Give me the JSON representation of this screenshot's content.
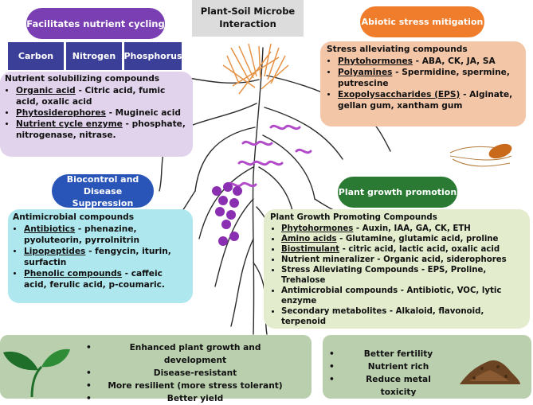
{
  "title": {
    "line1": "Plant-Soil Microbe",
    "line2": "Interaction"
  },
  "nutrient": {
    "pill": "Facilitates nutrient cycling",
    "elements": [
      "Carbon",
      "Nitrogen",
      "Phosphorus"
    ],
    "heading": "Nutrient solubilizing compounds",
    "items": [
      {
        "term": "Organic acid",
        "desc": " - Citric acid, fumic acid, oxalic acid"
      },
      {
        "term": "Phytosiderophores",
        "desc": " - Mugineic acid"
      },
      {
        "term": "Nutrient cycle enzyme",
        "desc": " - phosphate, nitrogenase, nitrase."
      }
    ]
  },
  "abiotic": {
    "pill": "Abiotic stress mitigation",
    "heading": "Stress alleviating compounds",
    "items": [
      {
        "term": "Phytohormones",
        "desc": " - ABA, CK, JA, SA"
      },
      {
        "term": "Polyamines",
        "desc": " - Spermidine, spermine, putrescine"
      },
      {
        "term": "Exopolysaccharides (EPS)",
        "desc": " - Alginate, gellan gum, xantham gum"
      }
    ]
  },
  "biocontrol": {
    "pill_line1": "Biocontrol and",
    "pill_line2": "Disease Suppression",
    "heading": "Antimicrobial compounds",
    "items": [
      {
        "term": "Antibiotics",
        "desc": " - phenazine, pyoluteorin, pyrrolnitrin"
      },
      {
        "term": "Lipopeptides",
        "desc": " - fengycin, iturin, surfactin"
      },
      {
        "term": "Phenolic compounds",
        "desc": " - caffeic acid, ferulic acid, p-coumaric."
      }
    ]
  },
  "growth": {
    "pill": "Plant growth promotion",
    "heading": "Plant Growth Promoting Compounds",
    "items": [
      {
        "term": "Phytohormones",
        "desc": " - Auxin, IAA, GA, CK, ETH"
      },
      {
        "term": "Amino acids",
        "desc": " - Glutamine, glutamic acid, proline"
      },
      {
        "term": "Biostimulant",
        "desc": " - citric acid, lactic acid, oxalic acid"
      },
      {
        "term": "",
        "desc": "Nutrient mineralizer - Organic acid, siderophores"
      },
      {
        "term": "",
        "desc": "Stress Alleviating Compounds - EPS, Proline, Trehalose"
      },
      {
        "term": "",
        "desc": "Antimicrobial compounds - Antibiotic, VOC, lytic enzyme"
      },
      {
        "term": "",
        "desc": "Secondary metabolites - Alkaloid, flavonoid, terpenoid"
      }
    ]
  },
  "outcomes_left": [
    "Enhanced plant growth and development",
    "Disease-resistant",
    "More resilient (more stress tolerant)",
    "Better yield"
  ],
  "outcomes_right": [
    "Better fertility",
    "Nutrient rich",
    "Reduce metal toxicity"
  ],
  "colors": {
    "nutrient_pill": "#7a3fb2",
    "nutrient_box": "#e2d3ec",
    "nutrient_bar": "#3b3f97",
    "abiotic_pill": "#ef7d2b",
    "abiotic_box": "#f4c6a8",
    "biocontrol_pill": "#2a55b8",
    "biocontrol_box": "#aee8ee",
    "growth_pill": "#2b7a33",
    "growth_box": "#e3eccd",
    "outcome_box": "#b9cfae",
    "title_box": "#dcdcdc"
  }
}
